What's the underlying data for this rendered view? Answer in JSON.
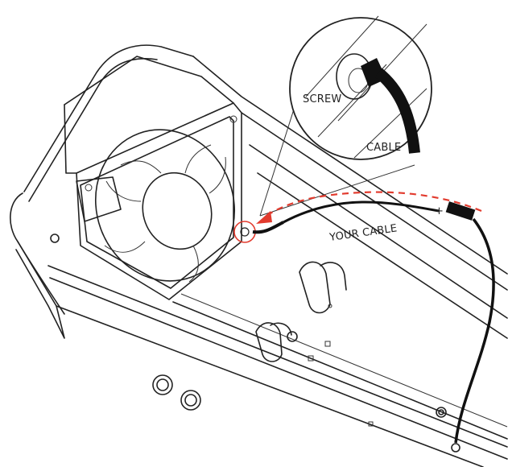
{
  "labels": {
    "screw": "SCREW",
    "cable": "CABLE",
    "your_cable": "YOUR CABLE",
    "plus": "+"
  },
  "colors": {
    "line": "#222222",
    "accent": "#e23b2e",
    "background": "#ffffff"
  },
  "icons": {
    "callout": "magnifier-circle",
    "direction": "dashed-arrow"
  }
}
